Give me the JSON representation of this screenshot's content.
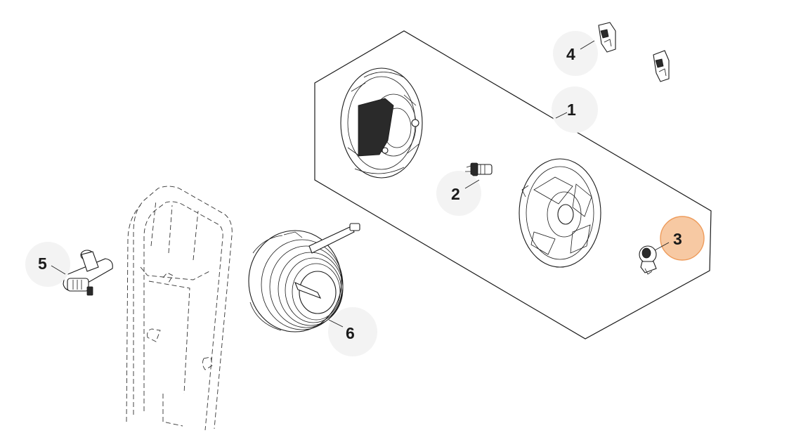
{
  "diagram": {
    "callouts": [
      {
        "id": "1",
        "label": "1",
        "highlighted": false
      },
      {
        "id": "2",
        "label": "2",
        "highlighted": false
      },
      {
        "id": "3",
        "label": "3",
        "highlighted": true
      },
      {
        "id": "4",
        "label": "4",
        "highlighted": false
      },
      {
        "id": "5",
        "label": "5",
        "highlighted": false
      },
      {
        "id": "6",
        "label": "6",
        "highlighted": false
      }
    ],
    "colors": {
      "line": "#1a1a1a",
      "halo": "#f3f3f3",
      "highlight_fill": "#f7c9a3",
      "highlight_stroke": "#ee9c5c"
    }
  }
}
